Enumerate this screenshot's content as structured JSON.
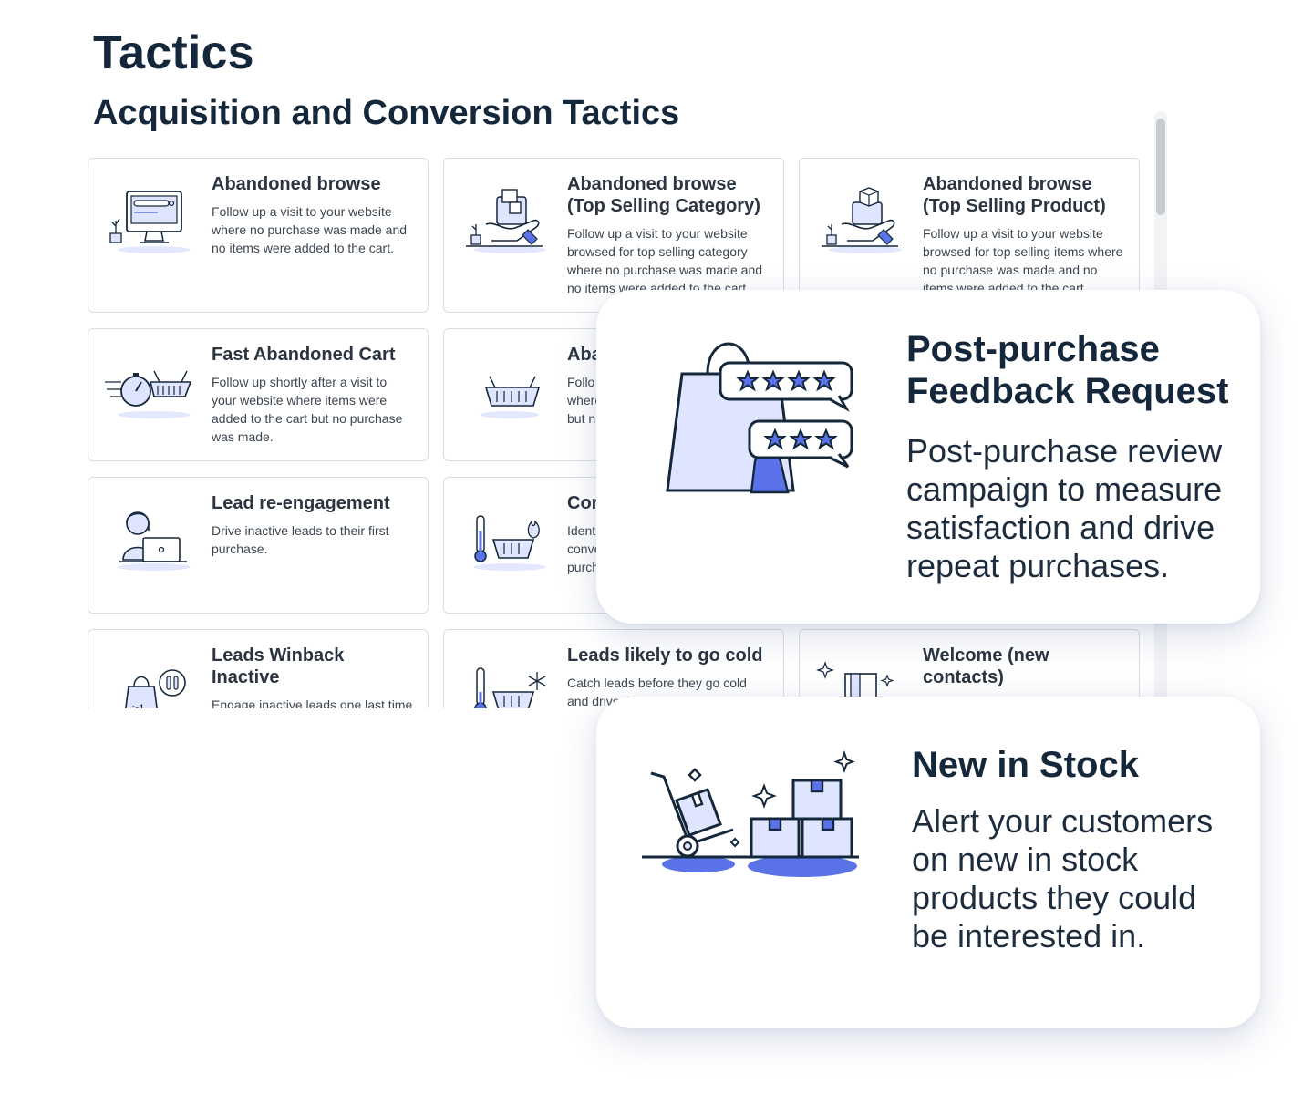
{
  "header": {
    "title": "Tactics",
    "section": "Acquisition and Conversion Tactics"
  },
  "colors": {
    "ink": "#15273a",
    "accent": "#5b73e8",
    "accent_light": "#dfe4ff",
    "card_border": "#d9dde3"
  },
  "cards": [
    {
      "title": "Abandoned browse",
      "desc": "Follow up a visit to your website where no purchase was made and no items were added to the cart.",
      "icon": "monitor-search-icon"
    },
    {
      "title": "Abandoned browse (Top Selling Category)",
      "desc": "Follow up a visit to your website browsed for top selling category where no purchase was made and no items were added to the cart.",
      "icon": "hand-boxes-icon"
    },
    {
      "title": "Abandoned browse (Top Selling Product)",
      "desc": "Follow up a visit to your website browsed for top selling items where no purchase was made and no items were added to the cart.",
      "icon": "hand-box-icon"
    },
    {
      "title": "Fast Abandoned Cart",
      "desc": "Follow up shortly after a visit to your website where items were added to the cart but no purchase was made.",
      "icon": "stopwatch-basket-icon"
    },
    {
      "title": "Aba",
      "desc": "Follo\nwhere\nbut n",
      "icon": "basket-icon"
    },
    {
      "title": "Lead re-engagement",
      "desc": "Drive inactive leads to their first purchase.",
      "icon": "person-laptop-icon"
    },
    {
      "title": "Cor",
      "desc": "Ident\nconve\npurch",
      "icon": "thermometer-hot-basket-icon"
    },
    {
      "title": "Leads Winback Inactive",
      "desc": "Engage inactive leads one last time",
      "icon": "bag-pause-icon"
    },
    {
      "title": "Leads likely to go cold",
      "desc": "Catch leads before they go cold and drive th",
      "icon": "thermometer-cold-basket-icon"
    },
    {
      "title": "Welcome (new contacts)",
      "desc": "",
      "icon": "door-sparkle-icon"
    }
  ],
  "promos": [
    {
      "title": "Post-purchase Feedback Request",
      "desc": "Post-purchase review campaign to measure satisfaction and drive repeat purchases.",
      "icon": "shopping-bag-reviews-icon"
    },
    {
      "title": "New in Stock",
      "desc": "Alert your customers on new in stock products they could be interested in.",
      "icon": "hand-truck-boxes-icon"
    }
  ]
}
